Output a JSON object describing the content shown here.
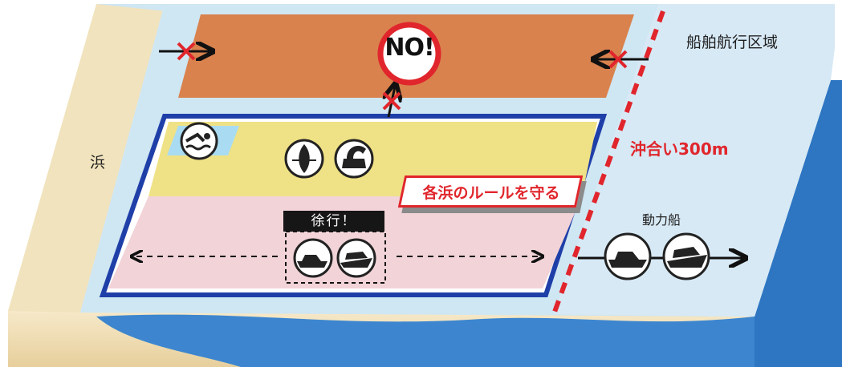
{
  "labels": {
    "shipping_area": "船舶航行区域",
    "beach": "浜",
    "offshore_distance": "沖合い300m",
    "rule_badge": "各浜のルールを守る",
    "slow_down": "徐行！",
    "motorboat": "動力船",
    "no_sign": "NO!"
  },
  "colors": {
    "sea": "#cfe6f3",
    "deep_sea": "#3d86cf",
    "orange_zone": "#d9824e",
    "yellow_zone": "#efe185",
    "pink_zone": "#f1d3d8",
    "swim_area": "#a9dcf2",
    "zone_border": "#1f3fa8",
    "boundary_line": "#e0262c",
    "sand": "#f1e3bd"
  },
  "icons": [
    "swimmer-icon",
    "rowboat-icon",
    "swan-boat-icon",
    "jet-ski-icon",
    "motorboat-icon",
    "no-entry-icon",
    "blocked-arrow-icon"
  ]
}
